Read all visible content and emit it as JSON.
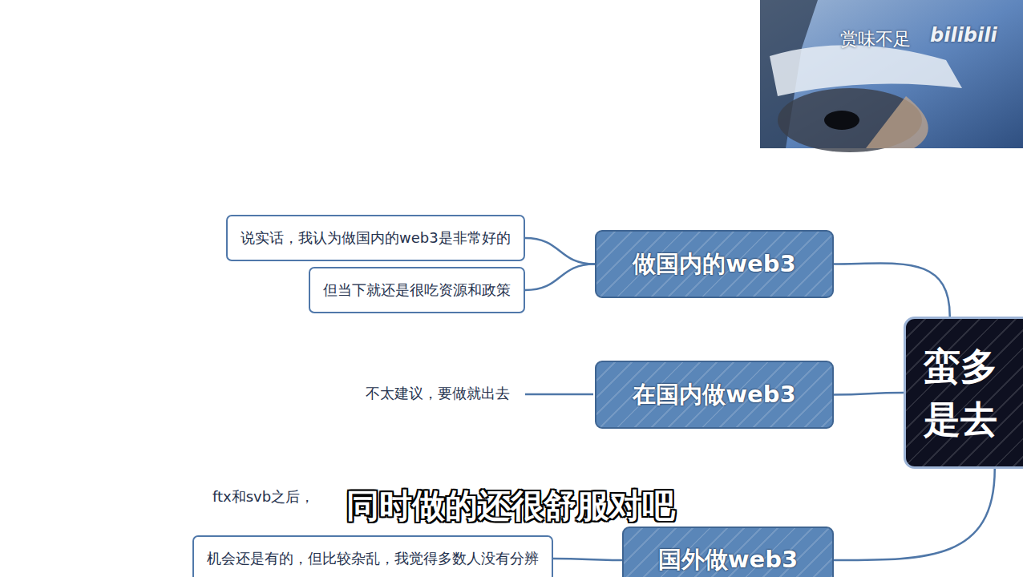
{
  "diagram": {
    "nodes": [
      {
        "text": [
          "说实话，我认为做国内的web3是非常好的"
        ]
      },
      {
        "text": [
          "但当下就还是很吃资源和政策"
        ]
      },
      {
        "text": [
          "做国内的web3"
        ]
      },
      {
        "text": [
          "在国内做web3"
        ]
      },
      {
        "text": [
          "蛮多 是去"
        ]
      },
      {
        "text": [
          "国外做web3"
        ]
      },
      {
        "text": [
          "机会还是有的，但比较杂乱，我觉得多数人没有分辨"
        ]
      }
    ],
    "edges": [
      {
        "from": 2,
        "to": 0,
        "arrow": "none"
      },
      {
        "from": 2,
        "to": 1,
        "arrow": "none"
      },
      {
        "from": 4,
        "to": 2,
        "arrow": "none"
      },
      {
        "from": 4,
        "to": 3,
        "arrow": "none"
      },
      {
        "from": 4,
        "to": 5,
        "arrow": "none"
      },
      {
        "from": 5,
        "to": 6,
        "arrow": "none"
      }
    ],
    "labels": [
      "不太建议，要做就出去",
      "ftx和svb之后，",
      "同时做的还很舒服对吧",
      "赏味不足",
      "bilibili"
    ]
  }
}
